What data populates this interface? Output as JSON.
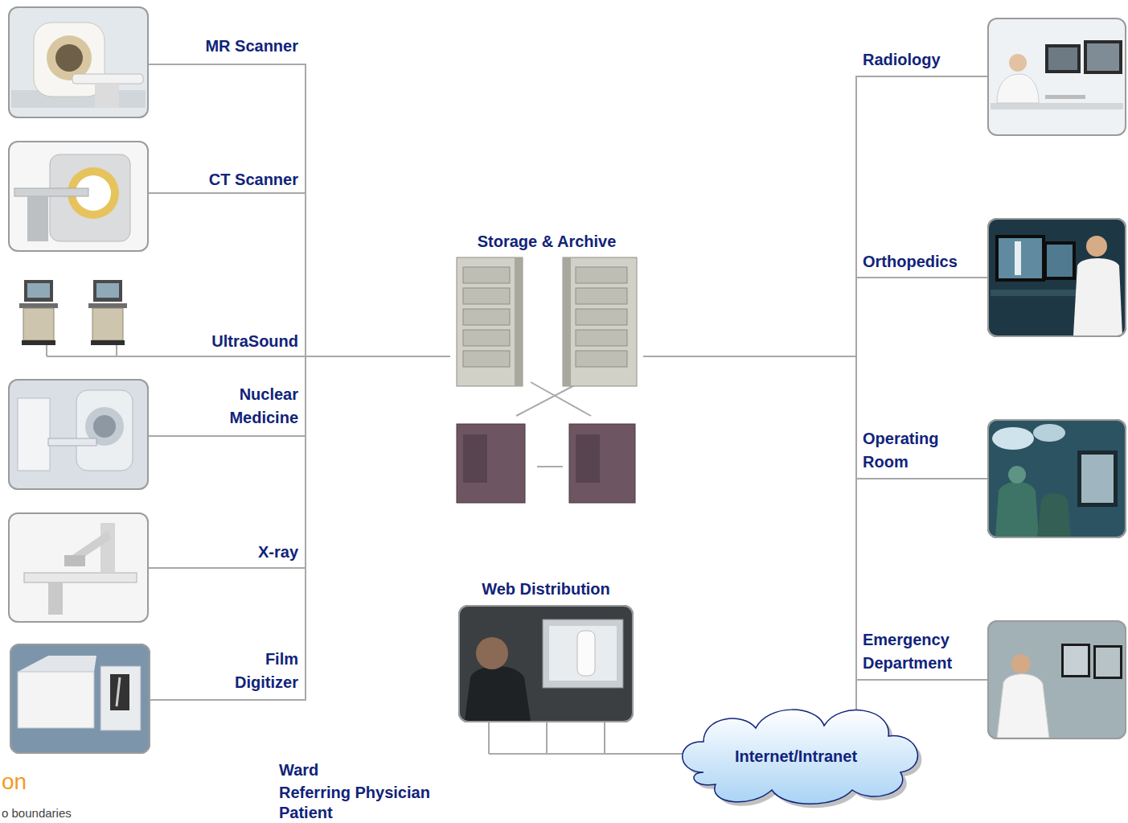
{
  "diagram": {
    "nodes": [
      {
        "text": [
          "MR Scanner"
        ]
      },
      {
        "text": [
          "CT Scanner"
        ]
      },
      {
        "text": [
          "UltraSound"
        ]
      },
      {
        "text": [
          "Nuclear Medicine"
        ]
      },
      {
        "text": [
          "X-ray"
        ]
      },
      {
        "text": [
          "Film Digitizer"
        ]
      },
      {
        "text": [
          "Storage & Archive"
        ]
      },
      {
        "text": [
          "Web Distribution"
        ]
      },
      {
        "text": [
          "Radiology"
        ]
      },
      {
        "text": [
          "Orthopedics"
        ]
      },
      {
        "text": [
          "Operating Room"
        ]
      },
      {
        "text": [
          "Emergency Department"
        ]
      },
      {
        "text": [
          "Internet/Intranet"
        ]
      }
    ],
    "edges": [
      {
        "from": 0,
        "to": 6,
        "arrow": "none"
      },
      {
        "from": 1,
        "to": 6,
        "arrow": "none"
      },
      {
        "from": 2,
        "to": 6,
        "arrow": "none"
      },
      {
        "from": 3,
        "to": 6,
        "arrow": "none"
      },
      {
        "from": 4,
        "to": 6,
        "arrow": "none"
      },
      {
        "from": 5,
        "to": 6,
        "arrow": "none"
      },
      {
        "from": 6,
        "to": 8,
        "arrow": "none"
      },
      {
        "from": 6,
        "to": 9,
        "arrow": "none"
      },
      {
        "from": 6,
        "to": 10,
        "arrow": "none"
      },
      {
        "from": 6,
        "to": 11,
        "arrow": "none"
      },
      {
        "from": 6,
        "to": 12,
        "arrow": "none"
      },
      {
        "from": 7,
        "to": 12,
        "arrow": "none"
      }
    ],
    "labels": [
      "Ward",
      "Referring Physician",
      "Patient",
      "on",
      "o boundaries"
    ]
  }
}
